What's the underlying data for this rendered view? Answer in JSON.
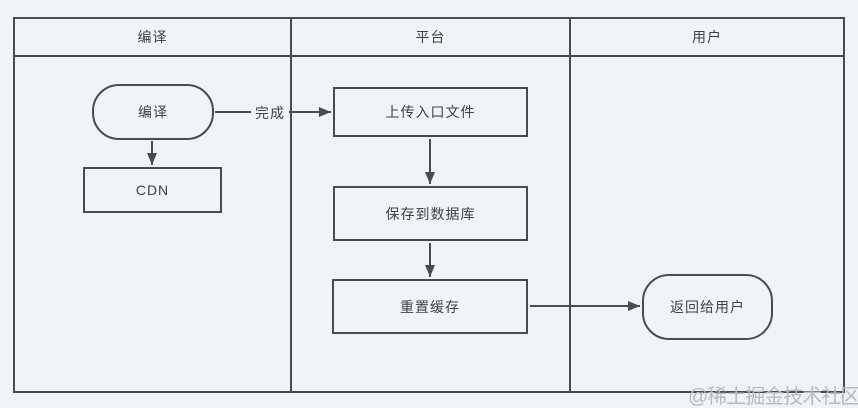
{
  "diagram": {
    "lanes": [
      {
        "label": "编译"
      },
      {
        "label": "平台"
      },
      {
        "label": "用户"
      }
    ],
    "nodes": {
      "compile": {
        "label": "编译",
        "shape": "rounded"
      },
      "cdn": {
        "label": "CDN",
        "shape": "rect"
      },
      "upload": {
        "label": "上传入口文件",
        "shape": "rect"
      },
      "save": {
        "label": "保存到数据库",
        "shape": "rect"
      },
      "reset": {
        "label": "重置缓存",
        "shape": "rect"
      },
      "return_user": {
        "label": "返回给用户",
        "shape": "rounded"
      }
    },
    "edges": [
      {
        "from": "compile",
        "to": "cdn",
        "label": ""
      },
      {
        "from": "compile",
        "to": "upload",
        "label": "完成"
      },
      {
        "from": "upload",
        "to": "save",
        "label": ""
      },
      {
        "from": "save",
        "to": "reset",
        "label": ""
      },
      {
        "from": "reset",
        "to": "return_user",
        "label": ""
      }
    ],
    "colors": {
      "background": "#f1f4f7",
      "line": "#454c53",
      "text": "#3b424a",
      "watermark": "#b6bbc1"
    }
  },
  "watermark": {
    "text": "@稀土掘金技术社区"
  }
}
